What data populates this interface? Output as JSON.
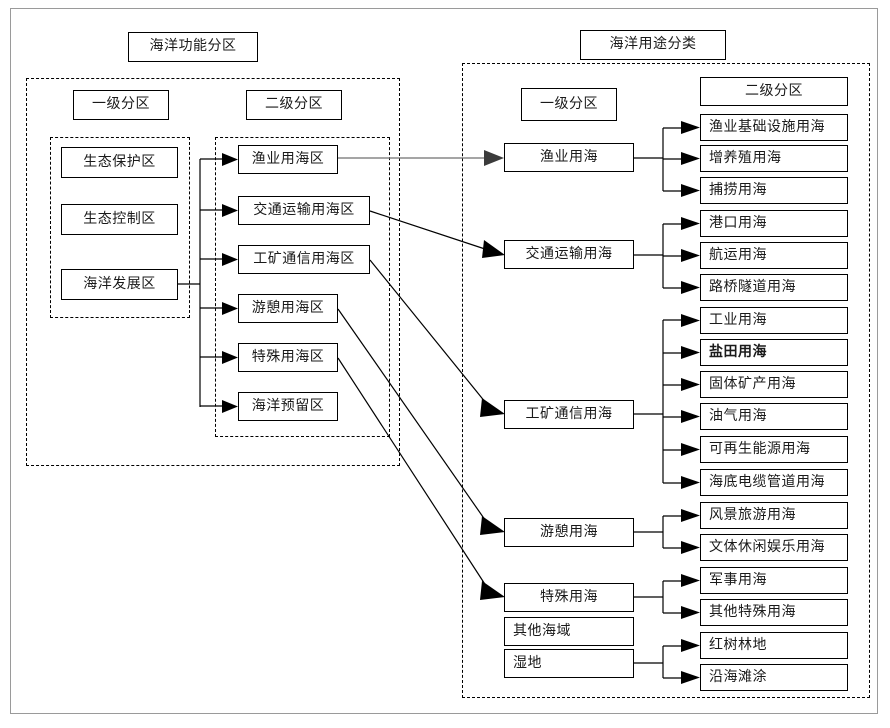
{
  "figure": {
    "left_panel": {
      "title": "海洋功能分区",
      "column_headers": {
        "level1": "一级分区",
        "level2": "二级分区"
      },
      "level1_zones": [
        "生态保护区",
        "生态控制区",
        "海洋发展区"
      ],
      "level2_zones": [
        "渔业用海区",
        "交通运输用海区",
        "工矿通信用海区",
        "游憩用海区",
        "特殊用海区",
        "海洋预留区"
      ]
    },
    "right_panel": {
      "title": "海洋用途分类",
      "column_headers": {
        "level1": "一级分区",
        "level2": "二级分区"
      },
      "level1_uses": [
        "渔业用海",
        "交通运输用海",
        "工矿通信用海",
        "游憩用海",
        "特殊用海",
        "其他海域",
        "湿地"
      ],
      "level2_uses": [
        "渔业基础设施用海",
        "增养殖用海",
        "捕捞用海",
        "港口用海",
        "航运用海",
        "路桥隧道用海",
        "工业用海",
        "盐田用海",
        "固体矿产用海",
        "油气用海",
        "可再生能源用海",
        "海底电缆管道用海",
        "风景旅游用海",
        "文体休闲娱乐用海",
        "军事用海",
        "其他特殊用海",
        "红树林地",
        "沿海滩涂"
      ],
      "emphasized_items": [
        "盐田用海"
      ]
    },
    "colors": {
      "frame": "#9a9a9a",
      "box_border": "#000000",
      "text": "#1a1a1a",
      "connector": "#000000",
      "connector_gray": "#6f6f6f",
      "background": "#ffffff"
    }
  }
}
